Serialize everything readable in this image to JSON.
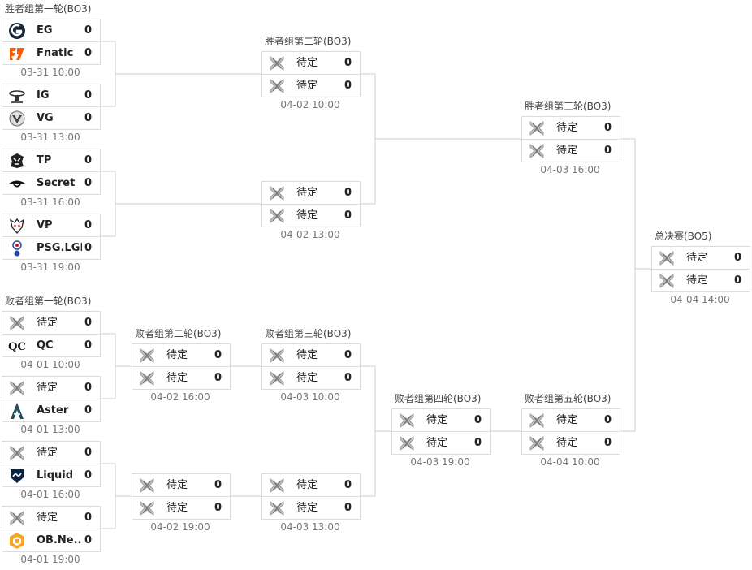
{
  "rounds": {
    "ub1": "胜者组第一轮(BO3)",
    "ub2": "胜者组第二轮(BO3)",
    "ub3": "胜者组第三轮(BO3)",
    "gf": "总决赛(BO5)",
    "lb1": "败者组第一轮(BO3)",
    "lb2": "败者组第二轮(BO3)",
    "lb3": "败者组第三轮(BO3)",
    "lb4": "败者组第四轮(BO3)",
    "lb5": "败者组第五轮(BO3)"
  },
  "matches": [
    {
      "id": "ub1m1",
      "time": "03-31 10:00",
      "teams": [
        {
          "name": "EG",
          "score": "0",
          "logo": "eg-logo"
        },
        {
          "name": "Fnatic",
          "score": "0",
          "logo": "fnatic-logo"
        }
      ]
    },
    {
      "id": "ub1m2",
      "time": "03-31 13:00",
      "teams": [
        {
          "name": "IG",
          "score": "0",
          "logo": "ig-logo"
        },
        {
          "name": "VG",
          "score": "0",
          "logo": "vg-logo"
        }
      ]
    },
    {
      "id": "ub1m3",
      "time": "03-31 16:00",
      "teams": [
        {
          "name": "TP",
          "score": "0",
          "logo": "tp-logo"
        },
        {
          "name": "Secret",
          "score": "0",
          "logo": "secret-logo"
        }
      ]
    },
    {
      "id": "ub1m4",
      "time": "03-31 19:00",
      "teams": [
        {
          "name": "VP",
          "score": "0",
          "logo": "vp-logo"
        },
        {
          "name": "PSG.LGD",
          "score": "0",
          "logo": "lgd-logo"
        }
      ]
    },
    {
      "id": "ub2m1",
      "time": "04-02 10:00",
      "teams": [
        {
          "name": "待定",
          "score": "0",
          "logo": "tbd-logo"
        },
        {
          "name": "待定",
          "score": "0",
          "logo": "tbd-logo"
        }
      ]
    },
    {
      "id": "ub2m2",
      "time": "04-02 13:00",
      "teams": [
        {
          "name": "待定",
          "score": "0",
          "logo": "tbd-logo"
        },
        {
          "name": "待定",
          "score": "0",
          "logo": "tbd-logo"
        }
      ]
    },
    {
      "id": "ub3m1",
      "time": "04-03 16:00",
      "teams": [
        {
          "name": "待定",
          "score": "0",
          "logo": "tbd-logo"
        },
        {
          "name": "待定",
          "score": "0",
          "logo": "tbd-logo"
        }
      ]
    },
    {
      "id": "gfm1",
      "time": "04-04 14:00",
      "teams": [
        {
          "name": "待定",
          "score": "0",
          "logo": "tbd-logo"
        },
        {
          "name": "待定",
          "score": "0",
          "logo": "tbd-logo"
        }
      ]
    },
    {
      "id": "lb1m1",
      "time": "04-01 10:00",
      "teams": [
        {
          "name": "待定",
          "score": "0",
          "logo": "tbd-logo"
        },
        {
          "name": "QC",
          "score": "0",
          "logo": "qc-logo"
        }
      ]
    },
    {
      "id": "lb1m2",
      "time": "04-01 13:00",
      "teams": [
        {
          "name": "待定",
          "score": "0",
          "logo": "tbd-logo"
        },
        {
          "name": "Aster",
          "score": "0",
          "logo": "aster-logo"
        }
      ]
    },
    {
      "id": "lb1m3",
      "time": "04-01 16:00",
      "teams": [
        {
          "name": "待定",
          "score": "0",
          "logo": "tbd-logo"
        },
        {
          "name": "Liquid",
          "score": "0",
          "logo": "liquid-logo"
        }
      ]
    },
    {
      "id": "lb1m4",
      "time": "04-01 19:00",
      "teams": [
        {
          "name": "待定",
          "score": "0",
          "logo": "tbd-logo"
        },
        {
          "name": "OB.Ne...",
          "score": "0",
          "logo": "ob-logo"
        }
      ]
    },
    {
      "id": "lb2m1",
      "time": "04-02 16:00",
      "teams": [
        {
          "name": "待定",
          "score": "0",
          "logo": "tbd-logo"
        },
        {
          "name": "待定",
          "score": "0",
          "logo": "tbd-logo"
        }
      ]
    },
    {
      "id": "lb2m2",
      "time": "04-02 19:00",
      "teams": [
        {
          "name": "待定",
          "score": "0",
          "logo": "tbd-logo"
        },
        {
          "name": "待定",
          "score": "0",
          "logo": "tbd-logo"
        }
      ]
    },
    {
      "id": "lb3m1",
      "time": "04-03 10:00",
      "teams": [
        {
          "name": "待定",
          "score": "0",
          "logo": "tbd-logo"
        },
        {
          "name": "待定",
          "score": "0",
          "logo": "tbd-logo"
        }
      ]
    },
    {
      "id": "lb3m2",
      "time": "04-03 13:00",
      "teams": [
        {
          "name": "待定",
          "score": "0",
          "logo": "tbd-logo"
        },
        {
          "name": "待定",
          "score": "0",
          "logo": "tbd-logo"
        }
      ]
    },
    {
      "id": "lb4m1",
      "time": "04-03 19:00",
      "teams": [
        {
          "name": "待定",
          "score": "0",
          "logo": "tbd-logo"
        },
        {
          "name": "待定",
          "score": "0",
          "logo": "tbd-logo"
        }
      ]
    },
    {
      "id": "lb5m1",
      "time": "04-04 10:00",
      "teams": [
        {
          "name": "待定",
          "score": "0",
          "logo": "tbd-logo"
        },
        {
          "name": "待定",
          "score": "0",
          "logo": "tbd-logo"
        }
      ]
    }
  ],
  "colors": {
    "border": "#dcdcdc",
    "line": "#cccccc",
    "fnatic": "#ff5900",
    "ob": "#f5a623",
    "lgd": "#2a4b9b"
  }
}
